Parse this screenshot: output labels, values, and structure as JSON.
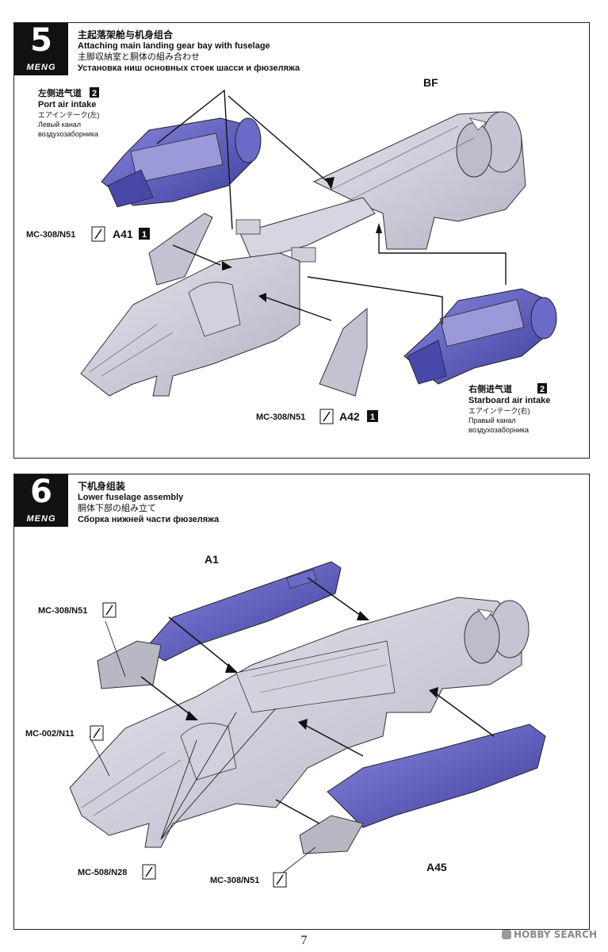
{
  "step5": {
    "number": "5",
    "brand": "MENG",
    "title_cn": "主起落架舱与机身组合",
    "title_en": "Attaching main landing gear bay with fuselage",
    "title_jp": "主脚収納室と胴体の組み合わせ",
    "title_ru": "Установка ниш основных стоек шасси и фюзеляжа",
    "bf_label": "BF",
    "port_intake": {
      "cn": "左侧进气道",
      "num": "2",
      "en": "Port air intake",
      "jp": "エアインテーク(左)",
      "ru1": "Левый канал",
      "ru2": "воздухозаборника"
    },
    "starboard_intake": {
      "cn": "右侧进气道",
      "num": "2",
      "en": "Starboard air intake",
      "jp": "エアインテーク(右)",
      "ru1": "Правый канал",
      "ru2": "воздухозаборника"
    },
    "a41": {
      "tool": "MC-308/N51",
      "part": "A41",
      "qty": "1"
    },
    "a42": {
      "tool": "MC-308/N51",
      "part": "A42",
      "qty": "1"
    }
  },
  "step6": {
    "number": "6",
    "brand": "MENG",
    "title_cn": "下机身组装",
    "title_en": "Lower fuselage assembly",
    "title_jp": "胴体下部の組み立て",
    "title_ru": "Сборка нижней части фюзеляжа",
    "a1_label": "A1",
    "a45_label": "A45",
    "tool_top_left": "MC-308/N51",
    "tool_mid_left": "MC-002/N11",
    "tool_bottom_left": "MC-508/N28",
    "tool_bottom_mid": "MC-308/N51"
  },
  "page_number": "7",
  "watermark": "HOBBY SEARCH",
  "colors": {
    "intake_blue": "#5a5ab8",
    "fuselage_gray": "#c8c8d6",
    "panel_gray": "#b8b8c4"
  }
}
